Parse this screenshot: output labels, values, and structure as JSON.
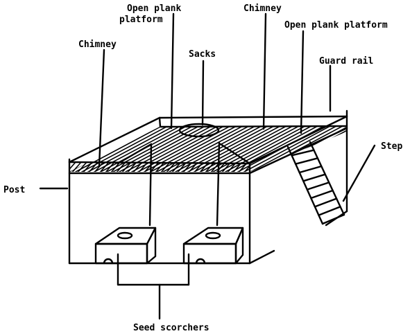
{
  "diagram": {
    "title": "Seed drying platform with seed scorchers",
    "labels": {
      "open_plank_platform_left_line1": "Open plank",
      "open_plank_platform_left_line2": "platform",
      "chimney_right": "Chimney",
      "open_plank_platform_right": "Open plank platform",
      "chimney_left": "Chimney",
      "sacks": "Sacks",
      "guard_rail": "Guard rail",
      "step": "Step",
      "post": "Post",
      "seed_scorchers": "Seed scorchers"
    },
    "ink_color": "#000000",
    "background_color": "#ffffff"
  }
}
